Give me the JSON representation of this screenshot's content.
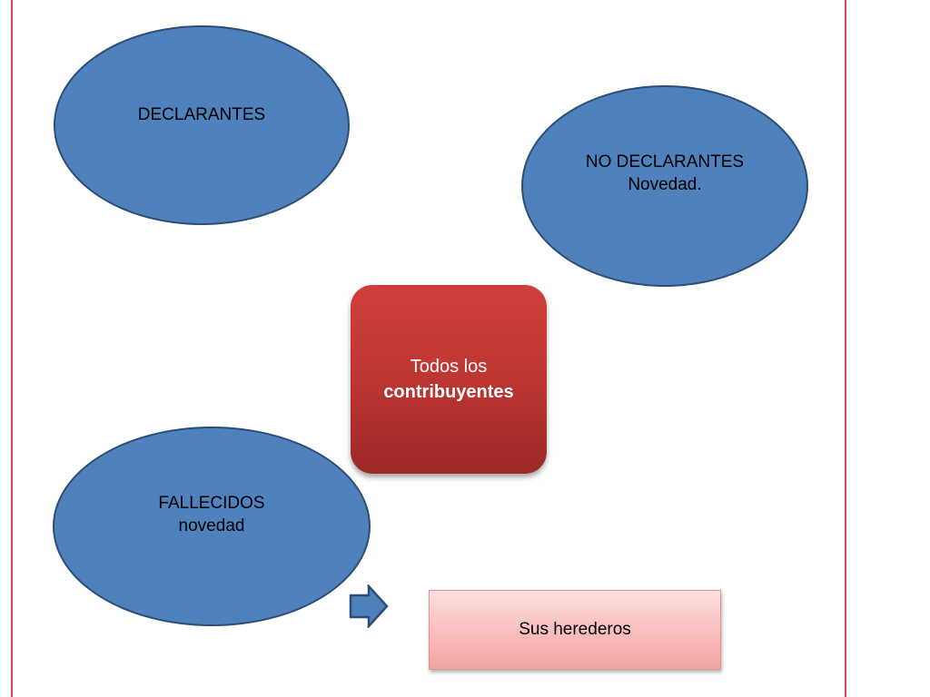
{
  "nodes": {
    "declarantes": {
      "label": "DECLARANTES"
    },
    "no_declarantes": {
      "line1": "NO DECLARANTES",
      "line2": "Novedad."
    },
    "todos": {
      "line1": "Todos los",
      "line2": "contribuyentes"
    },
    "fallecidos": {
      "line1": "FALLECIDOS",
      "line2": "novedad"
    },
    "herederos": {
      "label": "Sus herederos"
    }
  },
  "colors": {
    "ellipse_fill": "#4f81bd",
    "center_fill": "#c0504d",
    "heirs_fill": "#f8b9b9",
    "frame": "#c0504d"
  }
}
